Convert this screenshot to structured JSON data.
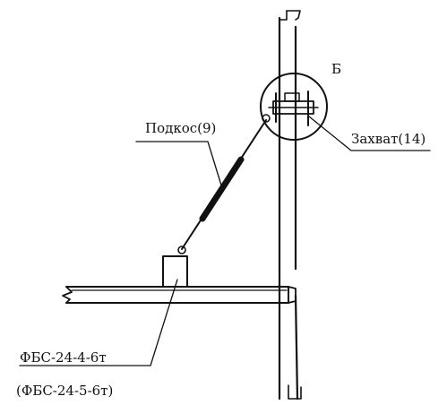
{
  "labels": {
    "detail_mark": "Б",
    "brace": "Подкос(9)",
    "clamp": "Захват(14)",
    "block": "ФБС-24-4-6т",
    "block_alt": "(ФБС-24-5-6т)"
  }
}
